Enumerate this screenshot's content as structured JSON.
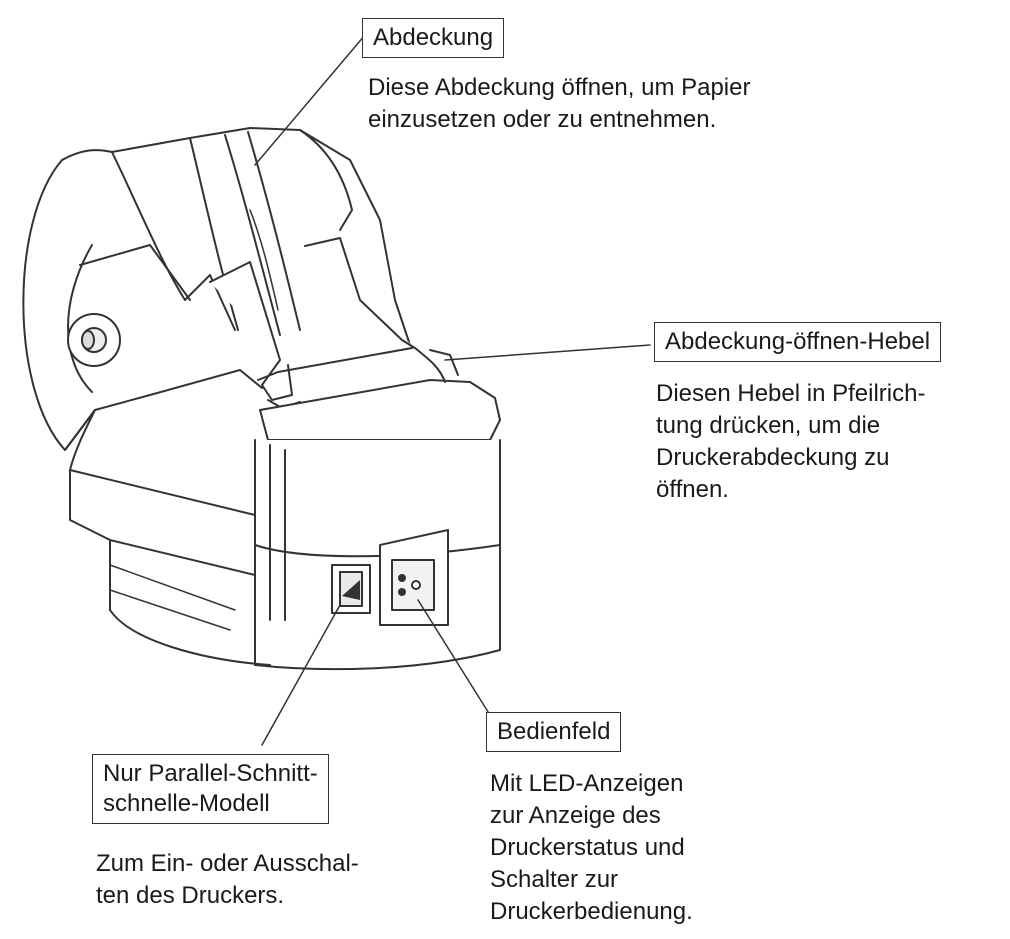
{
  "callouts": {
    "cover": {
      "label": "Abdeckung",
      "desc": [
        "Diese Abdeckung öffnen, um Papier",
        "einzusetzen oder zu entnehmen."
      ]
    },
    "lever": {
      "label": "Abdeckung-öffnen-Hebel",
      "desc": [
        "Diesen Hebel in Pfeilrich-",
        "tung drücken, um die",
        "Druckerabdeckung zu",
        "öffnen."
      ]
    },
    "switch": {
      "label": [
        "Nur Parallel-Schnitt-",
        "schnelle-Modell"
      ],
      "desc": [
        "Zum Ein- oder Ausschal-",
        "ten des Druckers."
      ]
    },
    "panel": {
      "label": "Bedienfeld",
      "desc": [
        "Mit LED-Anzeigen",
        "zur Anzeige des",
        "Druckerstatus und",
        "Schalter zur",
        "Druckerbedienung."
      ]
    }
  },
  "icons": {
    "printer": "receipt-printer-illustration"
  },
  "colors": {
    "line": "#333333",
    "fill": "#ffffff",
    "shade": "#e9e9e9"
  }
}
